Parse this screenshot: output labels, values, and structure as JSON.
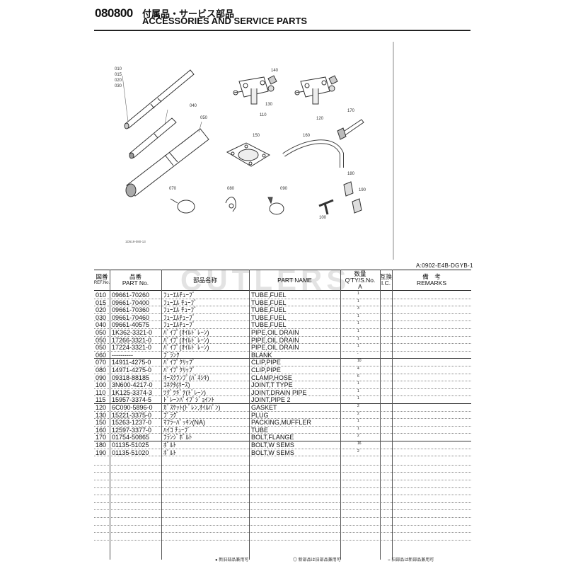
{
  "header": {
    "code": "080800",
    "title_jp": "付属品・サービス部品",
    "title_en": "ACCESSORIES AND SERVICE PARTS"
  },
  "watermark": "CUTLERS",
  "illustration": {
    "drawing_code": "A:0902-E4B-DGYB-1",
    "small_code": "1D519-080-13",
    "callouts": [
      "010",
      "015",
      "020",
      "030",
      "040",
      "050",
      "070",
      "080",
      "090",
      "100",
      "110",
      "120",
      "130",
      "140",
      "150",
      "160",
      "170",
      "180",
      "190"
    ]
  },
  "table": {
    "headers": {
      "ref_jp": "図番",
      "ref_en": "REF.No.",
      "part_jp": "品番",
      "part_en": "PART No.",
      "name_jp": "部品名称",
      "name_en": "PART NAME",
      "qty_jp": "数量",
      "qty_en": "Q'TY/S.No.",
      "qty_sub": "A",
      "ic_jp": "互換",
      "ic_en": "I.C.",
      "rem_jp": "備　考",
      "rem_en": "REMARKS"
    },
    "rows": [
      {
        "ref": "010",
        "part": "09661-70260",
        "name_jp": "ﾌｭｰｴﾙﾁｭｰﾌﾞ",
        "name_en": "TUBE,FUEL",
        "qty": "1"
      },
      {
        "ref": "015",
        "part": "09661-70400",
        "name_jp": "ﾌｭｰｴﾙ ﾁｭｰﾌﾞ",
        "name_en": "TUBE,FUEL",
        "qty": "1"
      },
      {
        "ref": "020",
        "part": "09661-70360",
        "name_jp": "ﾌｭｰｴﾙ ﾁｭｰﾌﾞ",
        "name_en": "TUBE,FUEL",
        "qty": "3"
      },
      {
        "ref": "030",
        "part": "09661-70460",
        "name_jp": "ﾌｭｰｴﾙﾁｭｰﾌﾞ",
        "name_en": "TUBE,FUEL",
        "qty": "1"
      },
      {
        "ref": "040",
        "part": "09661-40575",
        "name_jp": "ﾌｭｰｴﾙﾁｭｰﾌﾞ",
        "name_en": "TUBE,FUEL",
        "qty": "1"
      },
      {
        "ref": "050",
        "part": "1K362-3321-0",
        "name_jp": "ﾊﾟｲﾌﾟ(ｵｲﾙﾄﾞﾚｰﾝ)",
        "name_en": "PIPE,OIL DRAIN",
        "qty": "1"
      },
      {
        "ref": "050",
        "part": "17266-3321-0",
        "name_jp": "ﾊﾟｲﾌﾟ(ｵｲﾙﾄﾞﾚｰﾝ)",
        "name_en": "PIPE,OIL DRAIN",
        "qty": "1"
      },
      {
        "ref": "050",
        "part": "17224-3321-0",
        "name_jp": "ﾊﾟｲﾌﾟ(ｵｲﾙﾄﾞﾚｰﾝ)",
        "name_en": "PIPE,OIL DRAIN",
        "qty": "1"
      },
      {
        "ref": "060",
        "part": "----------",
        "name_jp": "ﾌﾞﾗﾝｸ",
        "name_en": "BLANK",
        "qty": "-"
      },
      {
        "ref": "070",
        "part": "14911-4275-0",
        "name_jp": "ﾊﾟｲﾌﾟｸﾘｯﾌﾟ",
        "name_en": "CLIP,PIPE",
        "qty": "10"
      },
      {
        "ref": "080",
        "part": "14971-4275-0",
        "name_jp": "ﾊﾟｲﾌﾟｸﾘｯﾌﾟ",
        "name_en": "CLIP,PIPE",
        "qty": "4"
      },
      {
        "ref": "090",
        "part": "09318-88185",
        "name_jp": "ﾎｰｽｸﾗﾝﾌﾟ(ﾊﾞﾈｼｷ)",
        "name_en": "CLAMP,HOSE",
        "qty": "6"
      },
      {
        "ref": "100",
        "part": "3N600-4217-0",
        "name_jp": "ｺﾈｸﾀ(ﾎｰｽ)",
        "name_en": "JOINT,T TYPE",
        "qty": "1"
      },
      {
        "ref": "110",
        "part": "1K125-3374-3",
        "name_jp": "ﾂｸﾞﾂｷﾞﾃ(ﾄﾞﾚｰﾝ)",
        "name_en": "JOINT,DRAIN PIPE",
        "qty": "1"
      },
      {
        "ref": "115",
        "part": "15957-3374-5",
        "name_jp": "ﾄﾞﾚｰﾝﾊﾟｲﾌﾟｼﾞｮｲﾝﾄ",
        "name_en": "JOINT,PIPE 2",
        "qty": "1"
      },
      {
        "ref": "120",
        "part": "6C090-5896-0",
        "name_jp": "ｶﾞｽｹｯﾄ(ﾄﾞﾚﾝ,ｵｲﾙﾊﾟﾝ)",
        "name_en": "GASKET",
        "qty": "2"
      },
      {
        "ref": "130",
        "part": "15221-3375-0",
        "name_jp": "ﾌﾟﾗｸﾞ",
        "name_en": "PLUG",
        "qty": "2"
      },
      {
        "ref": "150",
        "part": "15263-1237-0",
        "name_jp": "ﾏﾌﾗｰﾊﾟｯｷﾝ(NA)",
        "name_en": "PACKING,MUFFLER",
        "qty": "1"
      },
      {
        "ref": "160",
        "part": "12597-3377-0",
        "name_jp": "ﾊｲｺ ﾁｭｰﾌﾞ",
        "name_en": "TUBE",
        "qty": "1"
      },
      {
        "ref": "170",
        "part": "01754-50865",
        "name_jp": "ﾌﾗﾝｼﾞﾎﾞﾙﾄ",
        "name_en": "BOLT,FLANGE",
        "qty": "2"
      },
      {
        "ref": "180",
        "part": "01135-51025",
        "name_jp": "ﾎﾞﾙﾄ",
        "name_en": "BOLT,W SEMS",
        "qty": "16"
      },
      {
        "ref": "190",
        "part": "01135-51020",
        "name_jp": "ﾎﾞﾙﾄ",
        "name_en": "BOLT,W SEMS",
        "qty": "2"
      }
    ],
    "blank_rows": 11
  },
  "footer": {
    "note_1": "● 新旧部品兼用可",
    "note_2": "◎ 新部品は旧部品兼用可",
    "note_3": "○ 旧部品は新部品兼用可"
  }
}
